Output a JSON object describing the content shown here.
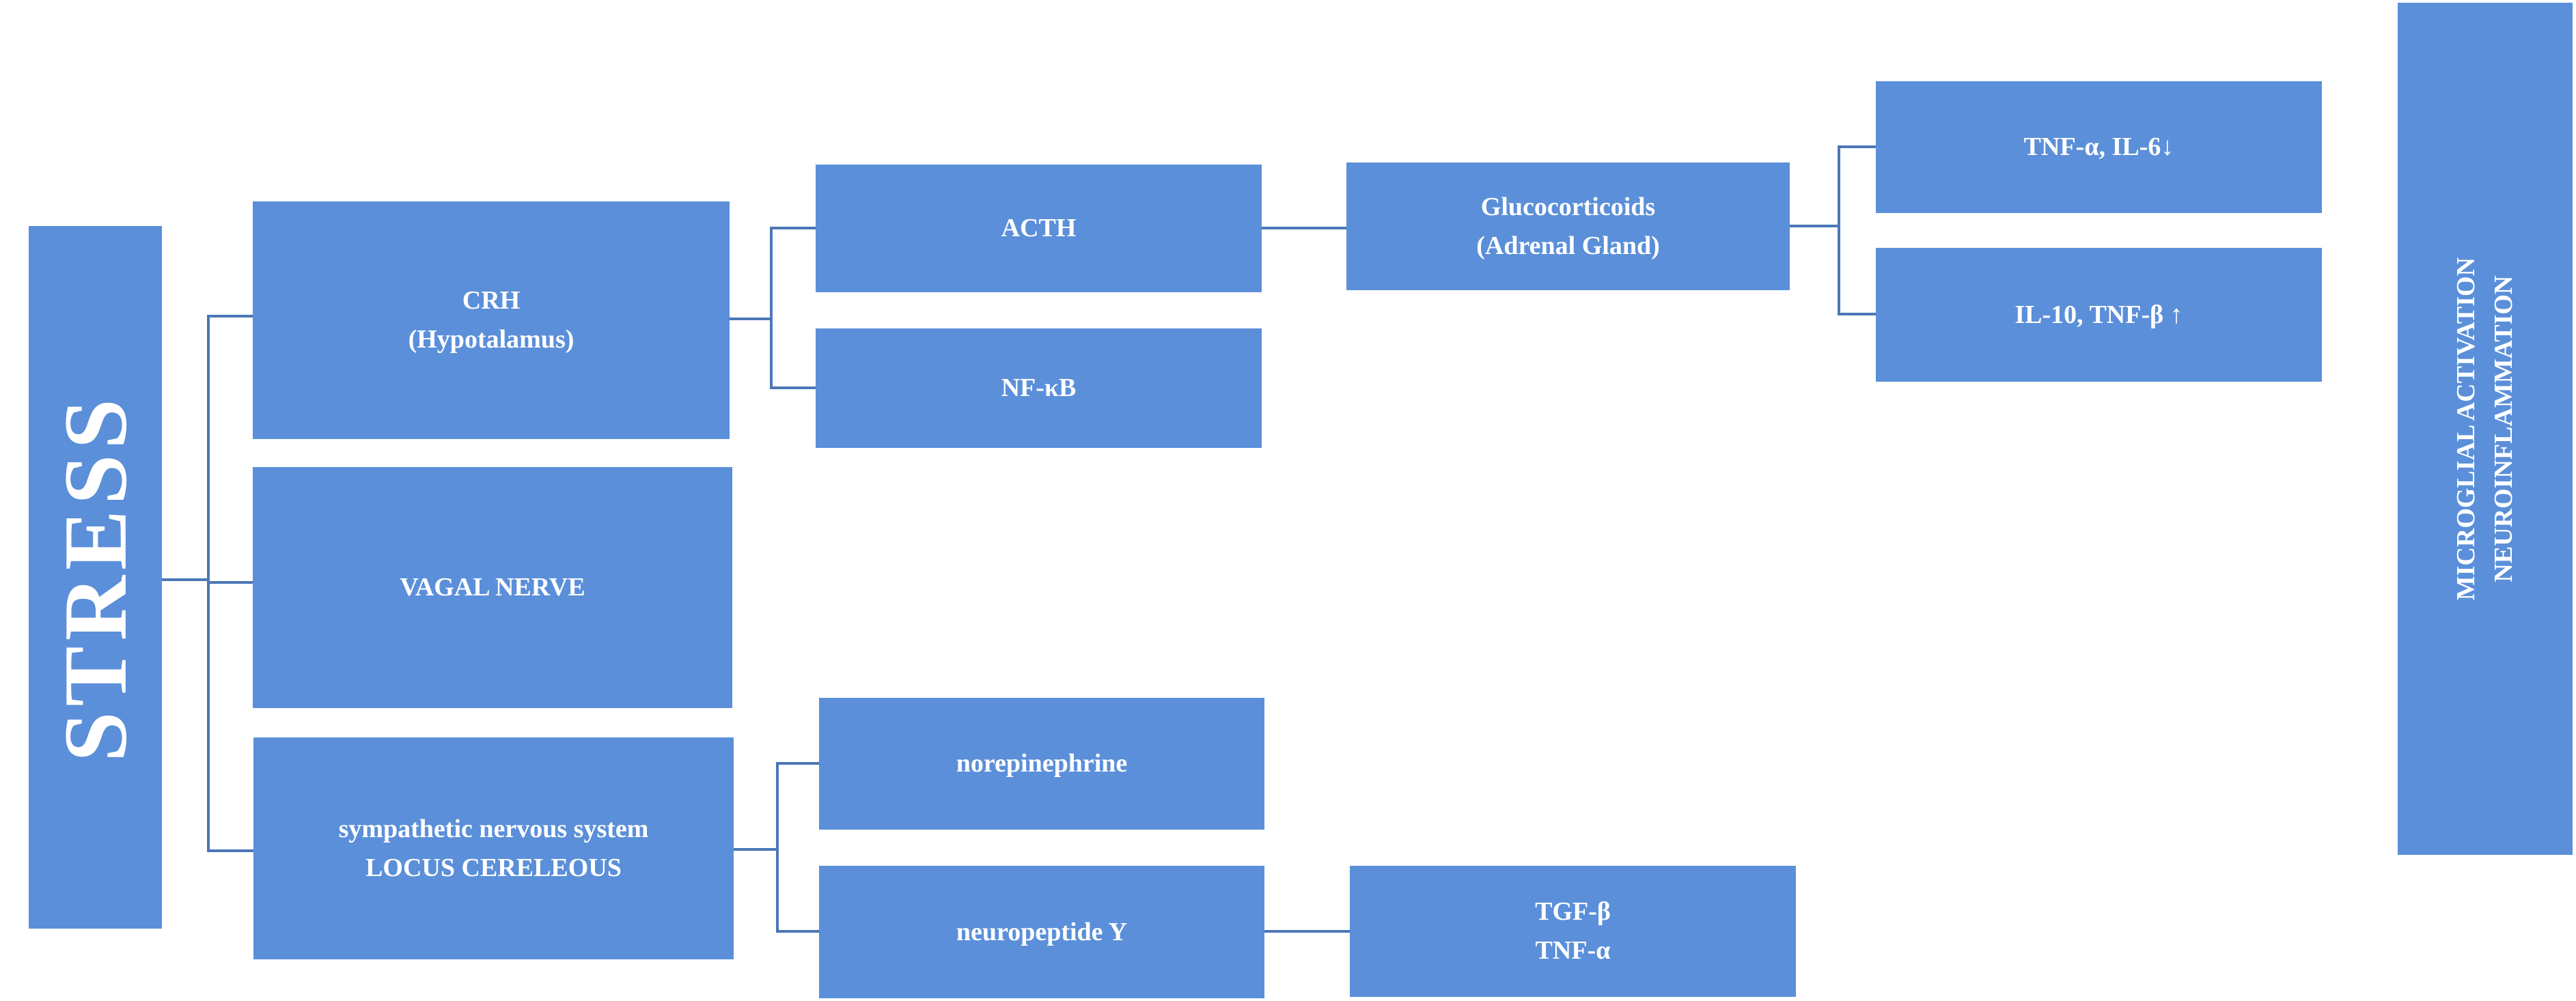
{
  "diagram": {
    "description": "Flowchart of stress-induced neuroinflammation pathways",
    "colors": {
      "box_fill": "#5B8FD9",
      "connector": "#4B77B7",
      "text": "#FFFFFF",
      "background": "#FFFFFF"
    },
    "nodes": {
      "stress": {
        "label": "STRESS",
        "orientation": "vertical"
      },
      "crh": {
        "label": "CRH\n(Hypotalamus)"
      },
      "vagal": {
        "label": "VAGAL NERVE"
      },
      "sns": {
        "label": "sympathetic nervous system\nLOCUS CERELEOUS"
      },
      "acth": {
        "label": "ACTH"
      },
      "nfkb": {
        "label": "NF-κB"
      },
      "norepinephrine": {
        "label": "norepinephrine"
      },
      "npy": {
        "label": "neuropeptide Y"
      },
      "glucocorticoids": {
        "label": "Glucocorticoids\n(Adrenal Gland)"
      },
      "tgf_tnf": {
        "label": "TGF-β\nTNF-α"
      },
      "tnf_il6": {
        "label": "TNF-α, IL-6↓"
      },
      "il10_tnfb": {
        "label": "IL-10, TNF-β ↑"
      },
      "microglial": {
        "label": "MICROGLIAL ACTIVATION\nNEUROINFLAMMATION",
        "orientation": "vertical"
      }
    },
    "edges": [
      "STRESS → CRH (Hypotalamus)",
      "STRESS → VAGAL NERVE",
      "STRESS → sympathetic nervous system LOCUS CERELEOUS",
      "CRH → ACTH",
      "CRH → NF-κB",
      "ACTH → Glucocorticoids (Adrenal Gland)",
      "Glucocorticoids → TNF-α, IL-6↓",
      "Glucocorticoids → IL-10, TNF-β ↑",
      "sympathetic nervous system → norepinephrine",
      "sympathetic nervous system → neuropeptide Y",
      "neuropeptide Y → TGF-β TNF-α"
    ]
  }
}
